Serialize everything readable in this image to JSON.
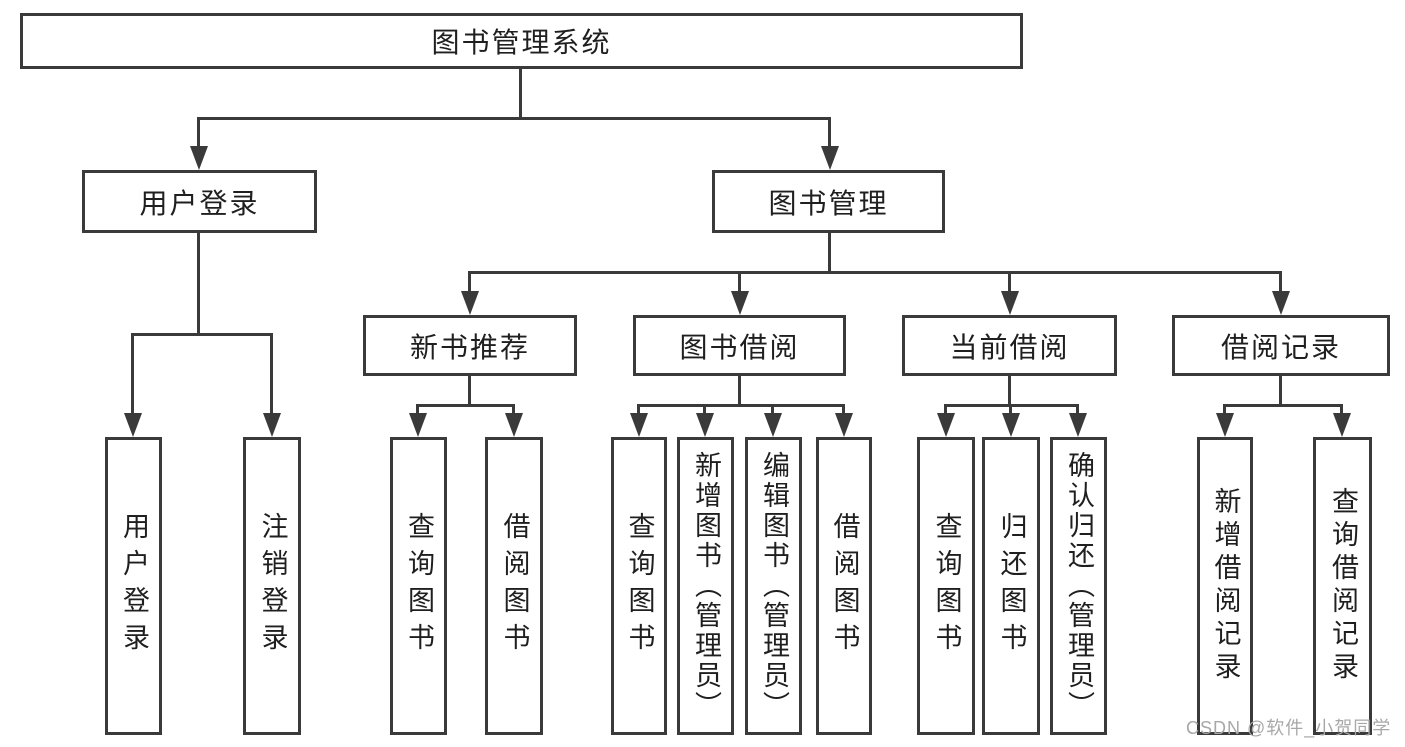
{
  "title": "图书管理系统",
  "level2": [
    {
      "label": "用户登录"
    },
    {
      "label": "图书管理"
    }
  ],
  "level3": [
    {
      "label": "新书推荐"
    },
    {
      "label": "图书借阅"
    },
    {
      "label": "当前借阅"
    },
    {
      "label": "借阅记录"
    }
  ],
  "leaves": {
    "login": [
      "用户登录",
      "注销登录"
    ],
    "recommend": [
      "查询图书",
      "借阅图书"
    ],
    "borrow": [
      "查询图书",
      "新增图书（管理员）",
      "编辑图书（管理员）",
      "借阅图书"
    ],
    "current": [
      "查询图书",
      "归还图书",
      "确认归还（管理员）"
    ],
    "records": [
      "新增借阅记录",
      "查询借阅记录"
    ]
  },
  "watermark": {
    "text": "CSDN @软件_小贺同学"
  },
  "colors": {
    "line": "#3a3a3a",
    "text": "#1f1f1f",
    "background": "#ffffff",
    "watermark": "#a8a8a8"
  }
}
